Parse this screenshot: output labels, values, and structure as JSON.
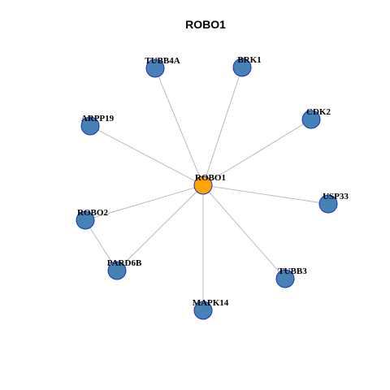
{
  "graph": {
    "title": "ROBO1",
    "colors": {
      "center_node": "#FFA500",
      "neighbor_node": "#4682B4",
      "node_border": "#1A2FC8",
      "edge": "#B3B3B3"
    },
    "center": "ROBO1",
    "nodes": [
      {
        "id": "ROBO1",
        "label": "ROBO1",
        "role": "center"
      },
      {
        "id": "TUBB4A",
        "label": "TUBB4A",
        "role": "neighbor"
      },
      {
        "id": "BRK1",
        "label": "BRK1",
        "role": "neighbor"
      },
      {
        "id": "ARPP19",
        "label": "ARPP19",
        "role": "neighbor"
      },
      {
        "id": "CDK2",
        "label": "CDK2",
        "role": "neighbor"
      },
      {
        "id": "USP33",
        "label": "USP33",
        "role": "neighbor"
      },
      {
        "id": "ROBO2",
        "label": "ROBO2",
        "role": "neighbor"
      },
      {
        "id": "PARD6B",
        "label": "PARD6B",
        "role": "neighbor"
      },
      {
        "id": "TUBB3",
        "label": "TUBB3",
        "role": "neighbor"
      },
      {
        "id": "MAPK14",
        "label": "MAPK14",
        "role": "neighbor"
      }
    ],
    "edges": [
      {
        "source": "ROBO1",
        "target": "TUBB4A"
      },
      {
        "source": "ROBO1",
        "target": "BRK1"
      },
      {
        "source": "ROBO1",
        "target": "ARPP19"
      },
      {
        "source": "ROBO1",
        "target": "CDK2"
      },
      {
        "source": "ROBO1",
        "target": "USP33"
      },
      {
        "source": "ROBO1",
        "target": "ROBO2"
      },
      {
        "source": "ROBO1",
        "target": "PARD6B"
      },
      {
        "source": "ROBO1",
        "target": "TUBB3"
      },
      {
        "source": "ROBO1",
        "target": "MAPK14"
      },
      {
        "source": "ROBO2",
        "target": "PARD6B"
      }
    ]
  }
}
